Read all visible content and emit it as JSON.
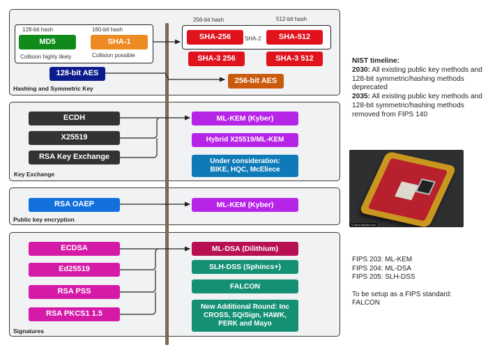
{
  "panels": {
    "hashing": {
      "title": "Hashing and Symmetric Key",
      "legacy": {
        "md5": {
          "label": "MD5",
          "caption_top": "128-bit hash",
          "caption_bottom": "Collision highly likely",
          "color": "#118a1c"
        },
        "sha1": {
          "label": "SHA-1",
          "caption_top": "160-bit hash",
          "caption_bottom": "Collision possible",
          "color": "#ee8a22"
        },
        "aes128": {
          "label": "128-bit AES",
          "color": "#0d1c8c"
        }
      },
      "modern": {
        "sha2_group_label": "SHA-2",
        "sha256": {
          "label": "SHA-256",
          "caption_top": "256-bit hash",
          "color": "#e0121c"
        },
        "sha512": {
          "label": "SHA-512",
          "caption_top": "512-bit hash",
          "color": "#e0121c"
        },
        "sha3_256": {
          "label": "SHA-3 256",
          "color": "#e0121c"
        },
        "sha3_512": {
          "label": "SHA-3 512",
          "color": "#e0121c"
        },
        "aes256": {
          "label": "256-bit AES",
          "color": "#c95a0e"
        }
      }
    },
    "key_exchange": {
      "title": "Key Exchange",
      "legacy": [
        {
          "label": "ECDH",
          "color": "#333333"
        },
        {
          "label": "X25519",
          "color": "#333333"
        },
        {
          "label": "RSA Key Exchange",
          "color": "#333333"
        }
      ],
      "modern": [
        {
          "label": "ML-KEM (Kyber)",
          "color": "#b624e8"
        },
        {
          "label": "Hybrid X25519/ML-KEM",
          "color": "#b624e8"
        },
        {
          "label": "Under consideration: BIKE, HQC, McEliece",
          "color": "#0e7ab8"
        }
      ]
    },
    "public_key_encryption": {
      "title": "Public key encryption",
      "legacy": {
        "label": "RSA OAEP",
        "color": "#1270dc"
      },
      "modern": {
        "label": "ML-KEM (Kyber)",
        "color": "#b624e8"
      }
    },
    "signatures": {
      "title": "Signatures",
      "legacy": [
        {
          "label": "ECDSA",
          "color": "#d61aa8"
        },
        {
          "label": "Ed25519",
          "color": "#d61aa8"
        },
        {
          "label": "RSA PSS",
          "color": "#d61aa8"
        },
        {
          "label": "RSA PKCS1 1.5",
          "color": "#d61aa8"
        }
      ],
      "modern": [
        {
          "label": "ML-DSA (Dilithium)",
          "color": "#b80e52"
        },
        {
          "label": "SLH-DSS (Sphincs+)",
          "color": "#149175"
        },
        {
          "label": "FALCON",
          "color": "#149175"
        },
        {
          "label": "New Additional Round: Inc CROSS, SQiSign, HAWK, PERK and Mayo",
          "color": "#149175"
        }
      ]
    }
  },
  "nist_timeline": {
    "heading": "NIST timeline:",
    "entries": [
      {
        "year": "2030:",
        "text": "All existing public key methods and 128-bit symmetric/hashing methods deprecated"
      },
      {
        "year": "2035:",
        "text": "All existing public key methods and 128-bit symmetric/hashing methods removed from FIPS 140"
      }
    ]
  },
  "fips": {
    "lines": [
      "FIPS 203: ML-KEM",
      "FIPS 204: ML-DSA",
      "FIPS 205: SLH-DSS"
    ],
    "pending_heading": "To be setup as a FIPS standard:",
    "pending_item": "FALCON"
  },
  "photo": {
    "credit": "© asecuritysite.com",
    "alt": "quantum-chip-photo"
  }
}
